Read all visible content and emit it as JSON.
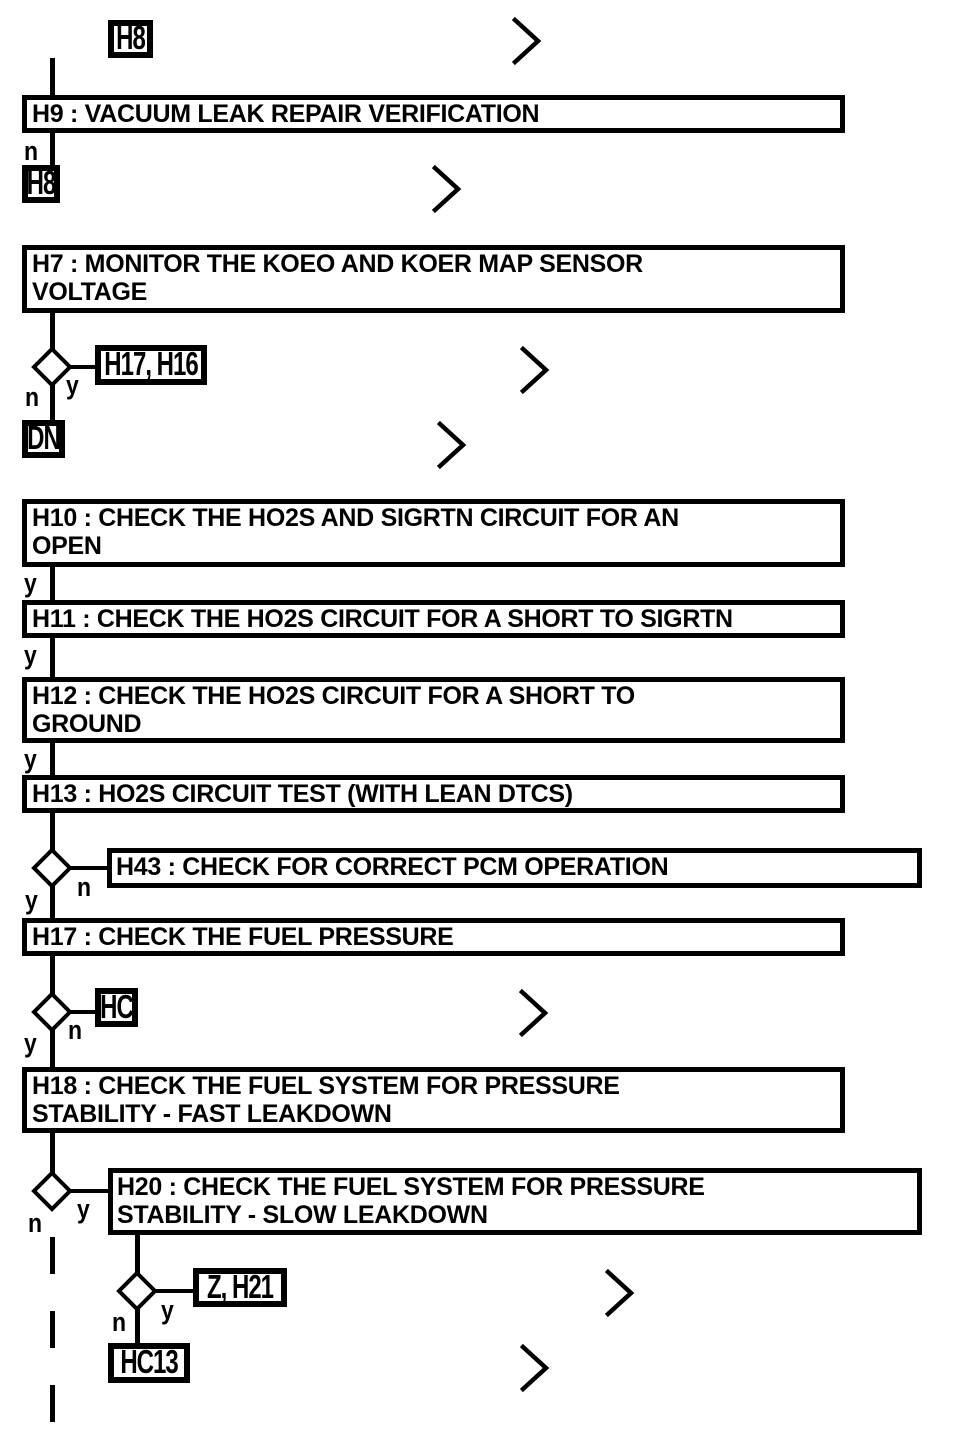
{
  "flowchart": {
    "background": "#ffffff",
    "line_color": "#000000",
    "branch_labels": {
      "yes": "y",
      "no": "n"
    },
    "nodes": {
      "h8_entry": {
        "label": "H8"
      },
      "h9": {
        "line1": "H9 : VACUUM LEAK REPAIR VERIFICATION"
      },
      "h8_no": {
        "label": "H8"
      },
      "h7": {
        "line1": "H7 : MONITOR THE KOEO AND KOER MAP SENSOR",
        "line2": "VOLTAGE"
      },
      "h17_h16": {
        "label": "H17, H16"
      },
      "dn": {
        "label": "DN"
      },
      "h10": {
        "line1": "H10 : CHECK THE HO2S AND SIGRTN CIRCUIT FOR AN",
        "line2": "OPEN"
      },
      "h11": {
        "line1": "H11 : CHECK THE HO2S CIRCUIT FOR A SHORT TO SIGRTN"
      },
      "h12": {
        "line1": "H12 : CHECK THE HO2S CIRCUIT FOR A SHORT TO",
        "line2": "GROUND"
      },
      "h13": {
        "line1": "H13 : HO2S CIRCUIT TEST (WITH LEAN DTCS)"
      },
      "h43": {
        "line1": "H43 : CHECK FOR CORRECT PCM OPERATION"
      },
      "h17": {
        "line1": "H17 : CHECK THE FUEL PRESSURE"
      },
      "hc": {
        "label": "HC"
      },
      "h18": {
        "line1": "H18 : CHECK THE FUEL SYSTEM FOR PRESSURE",
        "line2": "STABILITY - FAST LEAKDOWN"
      },
      "h20": {
        "line1": "H20 : CHECK THE FUEL SYSTEM FOR PRESSURE",
        "line2": "STABILITY - SLOW LEAKDOWN"
      },
      "z_h21": {
        "label": "Z, H21"
      },
      "hc13": {
        "label": "HC13"
      }
    }
  }
}
